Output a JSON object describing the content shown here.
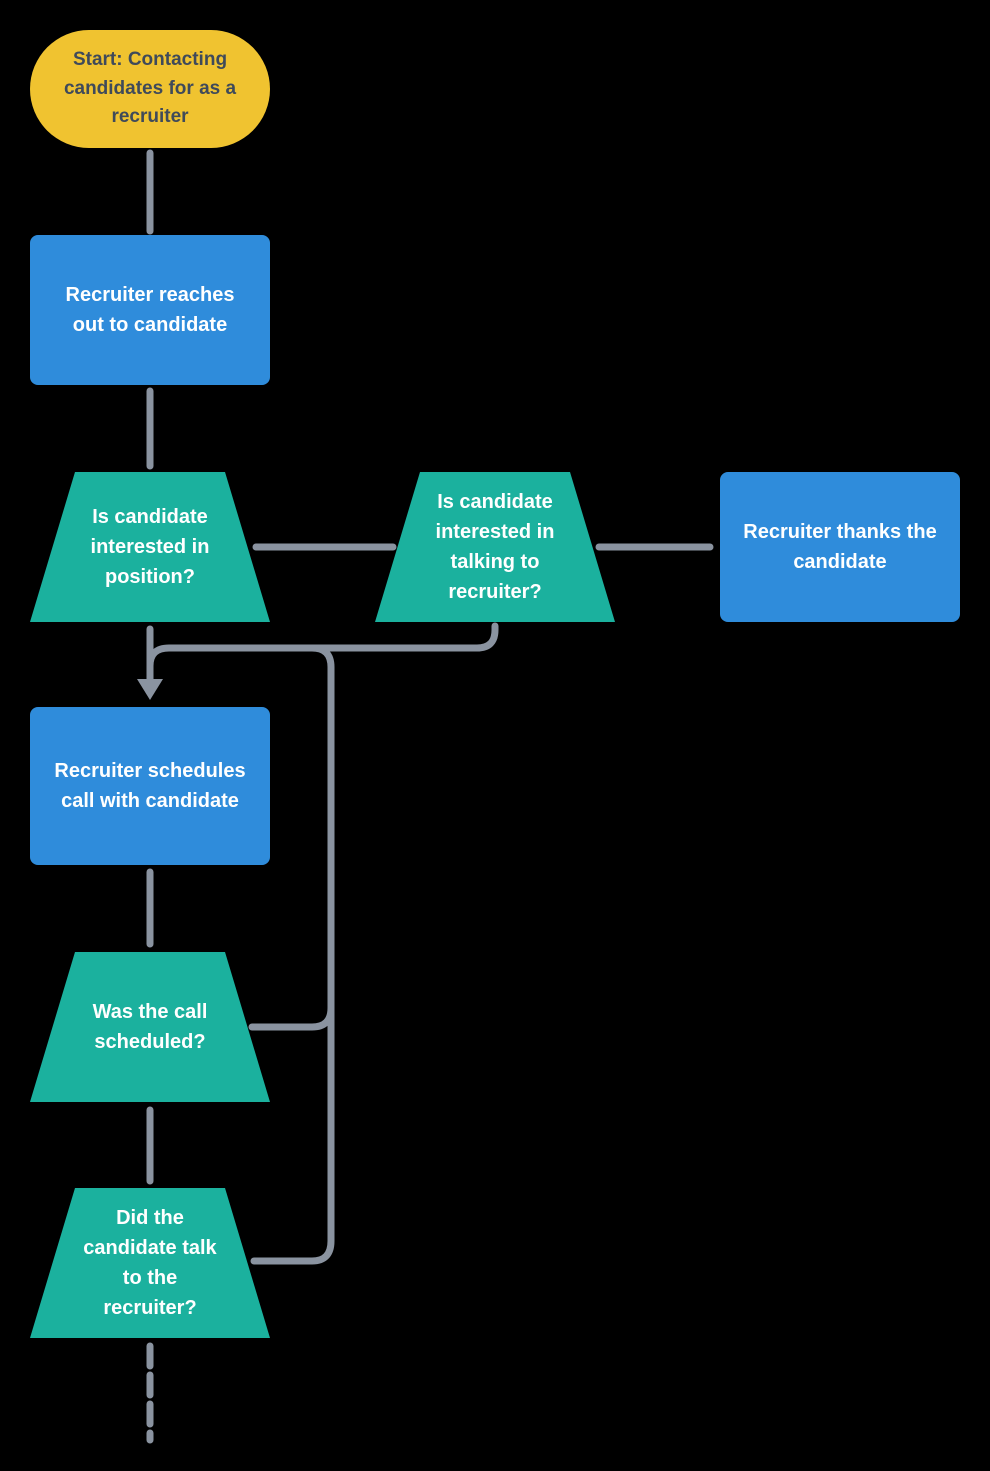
{
  "diagram": {
    "type": "flowchart",
    "background": "#000000"
  },
  "colors": {
    "start_fill": "#f0c330",
    "start_text": "#3f4a5a",
    "process_fill": "#2f8cdb",
    "decision_fill": "#1bb19e",
    "node_text": "#ffffff",
    "connector": "#8a93a0"
  },
  "nodes": {
    "start": {
      "shape": "rounded-pill",
      "label": "Start: Contacting candidates for as a recruiter"
    },
    "reach_out": {
      "shape": "rectangle",
      "label": "Recruiter reaches out to candidate"
    },
    "interested_position": {
      "shape": "trapezoid",
      "label": "Is candidate interested in position?"
    },
    "interested_talking": {
      "shape": "trapezoid",
      "label": "Is candidate interested in talking to recruiter?"
    },
    "thanks": {
      "shape": "rectangle",
      "label": "Recruiter thanks the candidate"
    },
    "schedules": {
      "shape": "rectangle",
      "label": "Recruiter schedules call with candidate"
    },
    "call_scheduled": {
      "shape": "trapezoid",
      "label": "Was the call scheduled?"
    },
    "talked": {
      "shape": "trapezoid",
      "label": "Did the candidate talk to the recruiter?"
    }
  }
}
